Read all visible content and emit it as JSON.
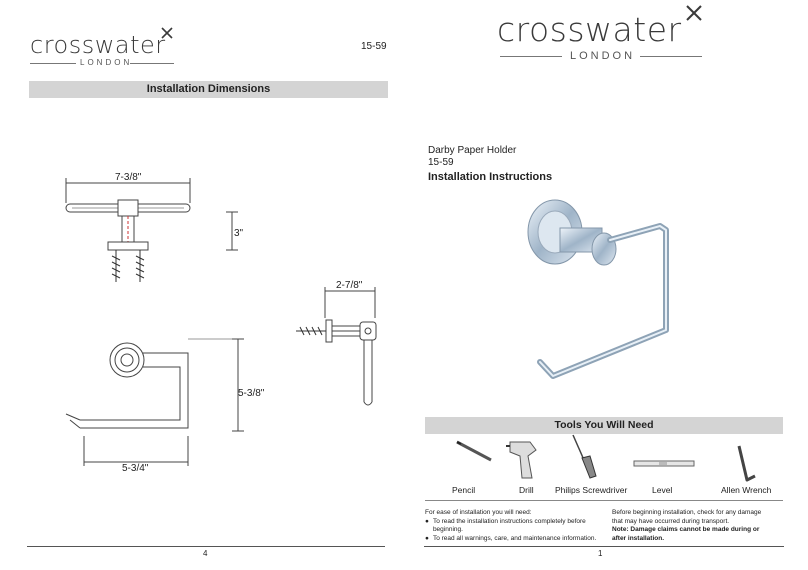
{
  "left_page": {
    "logo": {
      "word": "crosswater",
      "sub": "LONDON"
    },
    "model_number": "15-59",
    "section_title": "Installation Dimensions",
    "dimensions": {
      "top_width": "7-3/8\"",
      "top_depth": "3\"",
      "side_projection": "2-7/8\"",
      "front_height": "5-3/8\"",
      "front_width": "5-3/4\""
    },
    "page_number": "4"
  },
  "right_page": {
    "logo": {
      "word": "crosswater",
      "sub": "LONDON"
    },
    "product_name": "Darby Paper Holder",
    "product_code": "15-59",
    "doc_title": "Installation Instructions",
    "tools_title": "Tools You Will Need",
    "tools": [
      {
        "label": "Pencil",
        "icon": "pencil-icon"
      },
      {
        "label": "Drill",
        "icon": "drill-icon"
      },
      {
        "label": "Philips Screwdriver",
        "icon": "screwdriver-icon"
      },
      {
        "label": "Level",
        "icon": "level-icon"
      },
      {
        "label": "Allen Wrench",
        "icon": "allen-wrench-icon"
      }
    ],
    "notes_left": {
      "intro": "For ease of installation you will need:",
      "bullets": [
        "To read the installation instructions completely before beginning.",
        "To read all warnings, care, and maintenance information."
      ]
    },
    "notes_right": {
      "text": "Before beginning installation, check for any damage that may have occurred during transport.",
      "bold": "Note: Damage claims cannot be made during or after installation."
    },
    "page_number": "1"
  }
}
